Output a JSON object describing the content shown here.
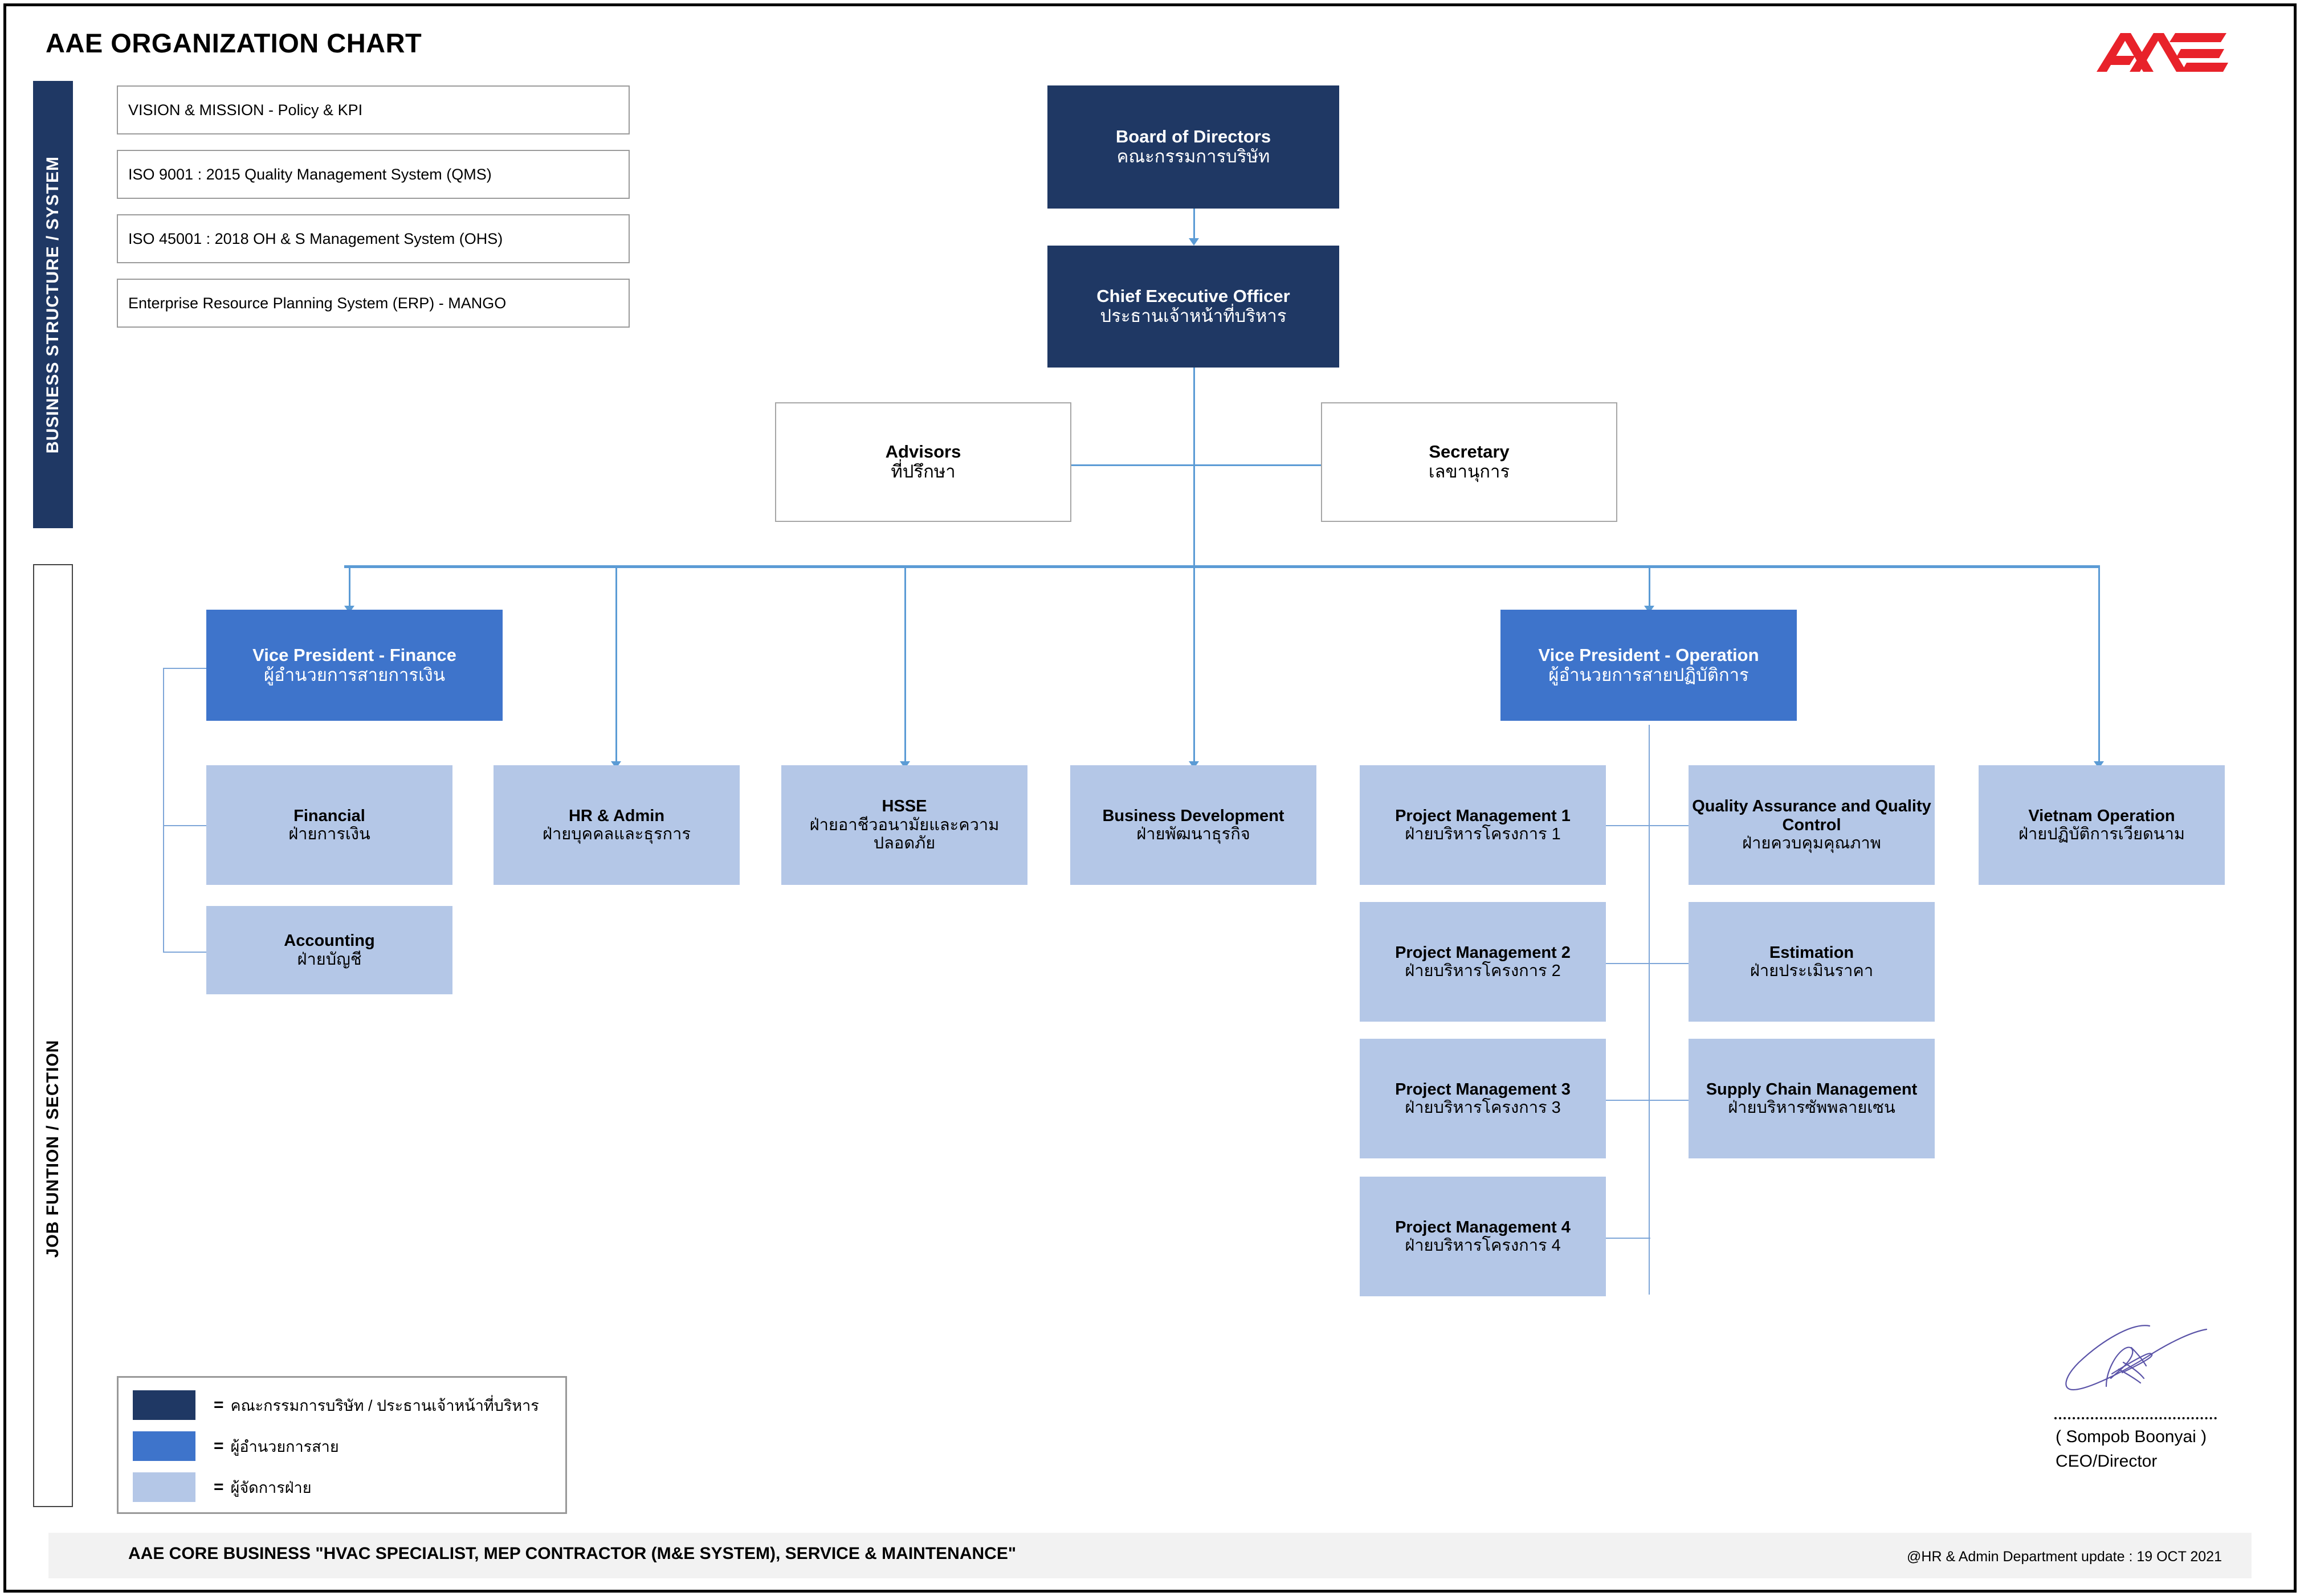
{
  "page": {
    "title": "AAE ORGANIZATION CHART",
    "logo_text": "AAE",
    "accent_dark": "#1F3864",
    "accent_mid": "#3E74CB",
    "accent_light": "#B4C7E7",
    "connector_color": "#5B9BD5",
    "logo_color": "#E8222A"
  },
  "bands": {
    "business": "BUSINESS STRUCTURE / SYSTEM",
    "job": "JOB FUNTION / SECTION"
  },
  "systems": [
    {
      "label": "VISION & MISSION - Policy & KPI"
    },
    {
      "label": "ISO 9001 : 2015 Quality Management System (QMS)"
    },
    {
      "label": "ISO 45001 : 2018 OH & S Management System (OHS)"
    },
    {
      "label": "Enterprise Resource Planning System (ERP) - MANGO"
    }
  ],
  "nodes": {
    "board": {
      "en": "Board of Directors",
      "th": "คณะกรรมการบริษัท"
    },
    "ceo": {
      "en": "Chief Executive Officer",
      "th": "ประธานเจ้าหน้าที่บริหาร"
    },
    "advisors": {
      "en": "Advisors",
      "th": "ที่ปรึกษา"
    },
    "secretary": {
      "en": "Secretary",
      "th": "เลขานุการ"
    },
    "vp_finance": {
      "en": "Vice President - Finance",
      "th": "ผู้อำนวยการสายการเงิน"
    },
    "vp_operation": {
      "en": "Vice President - Operation",
      "th": "ผู้อำนวยการสายปฏิบัติการ"
    },
    "financial": {
      "en": "Financial",
      "th": "ฝ่ายการเงิน"
    },
    "accounting": {
      "en": "Accounting",
      "th": "ฝ่ายบัญชี"
    },
    "hr_admin": {
      "en": "HR & Admin",
      "th": "ฝ่ายบุคคลและธุรการ"
    },
    "hsse": {
      "en": "HSSE",
      "th": "ฝ่ายอาชีวอนามัยและความปลอดภัย"
    },
    "bizdev": {
      "en": "Business Development",
      "th": "ฝ่ายพัฒนาธุรกิจ"
    },
    "pm1": {
      "en": "Project Management 1",
      "th": "ฝ่ายบริหารโครงการ 1"
    },
    "pm2": {
      "en": "Project Management 2",
      "th": "ฝ่ายบริหารโครงการ 2"
    },
    "pm3": {
      "en": "Project Management 3",
      "th": "ฝ่ายบริหารโครงการ 3"
    },
    "pm4": {
      "en": "Project Management 4",
      "th": "ฝ่ายบริหารโครงการ 4"
    },
    "qa_qc": {
      "en": "Quality Assurance and Quality Control",
      "th": "ฝ่ายควบคุมคุณภาพ"
    },
    "estimation": {
      "en": "Estimation",
      "th": "ฝ่ายประเมินราคา"
    },
    "scm": {
      "en": "Supply Chain Management",
      "th": "ฝ่ายบริหารซัพพลายเซน"
    },
    "vietnam": {
      "en": "Vietnam Operation",
      "th": "ฝ่ายปฏิบัติการเวียดนาม"
    }
  },
  "legend": {
    "rows": [
      {
        "color": "#1F3864",
        "eq": "=",
        "label": "คณะกรรมการบริษัท / ประธานเจ้าหน้าที่บริหาร"
      },
      {
        "color": "#3E74CB",
        "eq": "=",
        "label": "ผู้อำนวยการสาย"
      },
      {
        "color": "#B4C7E7",
        "eq": "=",
        "label": "ผู้จัดการฝ่าย"
      }
    ]
  },
  "signature": {
    "name": "( Sompob Boonyai )",
    "role": "CEO/Director"
  },
  "footer": {
    "left": "AAE CORE BUSINESS \"HVAC SPECIALIST, MEP CONTRACTOR (M&E SYSTEM), SERVICE & MAINTENANCE\"",
    "right": "@HR & Admin Department update : 19 OCT 2021"
  },
  "chart_data": {
    "type": "diagram",
    "title": "AAE ORGANIZATION CHART",
    "hierarchy": [
      {
        "id": "board",
        "parent": null,
        "level": 0,
        "tier": "dark"
      },
      {
        "id": "ceo",
        "parent": "board",
        "level": 1,
        "tier": "dark"
      },
      {
        "id": "advisors",
        "parent": "ceo",
        "level": 2,
        "tier": "plain"
      },
      {
        "id": "secretary",
        "parent": "ceo",
        "level": 2,
        "tier": "plain"
      },
      {
        "id": "vp_finance",
        "parent": "ceo",
        "level": 3,
        "tier": "mid"
      },
      {
        "id": "vp_operation",
        "parent": "ceo",
        "level": 3,
        "tier": "mid"
      },
      {
        "id": "financial",
        "parent": "vp_finance",
        "level": 4,
        "tier": "light"
      },
      {
        "id": "accounting",
        "parent": "vp_finance",
        "level": 4,
        "tier": "light"
      },
      {
        "id": "hr_admin",
        "parent": "ceo",
        "level": 4,
        "tier": "light"
      },
      {
        "id": "hsse",
        "parent": "ceo",
        "level": 4,
        "tier": "light"
      },
      {
        "id": "bizdev",
        "parent": "ceo",
        "level": 4,
        "tier": "light"
      },
      {
        "id": "pm1",
        "parent": "vp_operation",
        "level": 4,
        "tier": "light"
      },
      {
        "id": "pm2",
        "parent": "vp_operation",
        "level": 4,
        "tier": "light"
      },
      {
        "id": "pm3",
        "parent": "vp_operation",
        "level": 4,
        "tier": "light"
      },
      {
        "id": "pm4",
        "parent": "vp_operation",
        "level": 4,
        "tier": "light"
      },
      {
        "id": "qa_qc",
        "parent": "vp_operation",
        "level": 4,
        "tier": "light"
      },
      {
        "id": "estimation",
        "parent": "vp_operation",
        "level": 4,
        "tier": "light"
      },
      {
        "id": "scm",
        "parent": "vp_operation",
        "level": 4,
        "tier": "light"
      },
      {
        "id": "vietnam",
        "parent": "ceo",
        "level": 4,
        "tier": "light"
      }
    ]
  }
}
